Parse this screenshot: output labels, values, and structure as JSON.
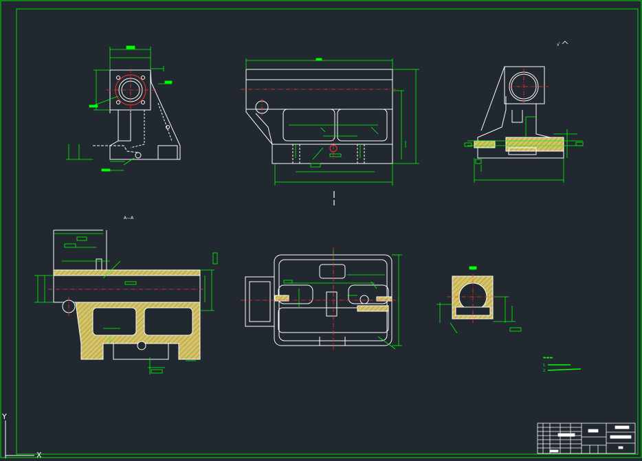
{
  "colors": {
    "background": "#212830",
    "outline": "#ffffff",
    "dimension": "#00ff00",
    "centerline": "#ff2020",
    "hatch": "#c8b400",
    "hatch_fill": "#d4c36a",
    "frame": "#00e000"
  },
  "icons": {
    "ucs_y": "ucs-y-axis-icon",
    "ucs_x": "ucs-x-axis-icon"
  },
  "axis_labels": {
    "y": "Y",
    "x": "X"
  },
  "roughness_label": "√",
  "section_label": "A—A",
  "notes": [
    "1.",
    "2."
  ],
  "title_block": {
    "rows": 7
  }
}
